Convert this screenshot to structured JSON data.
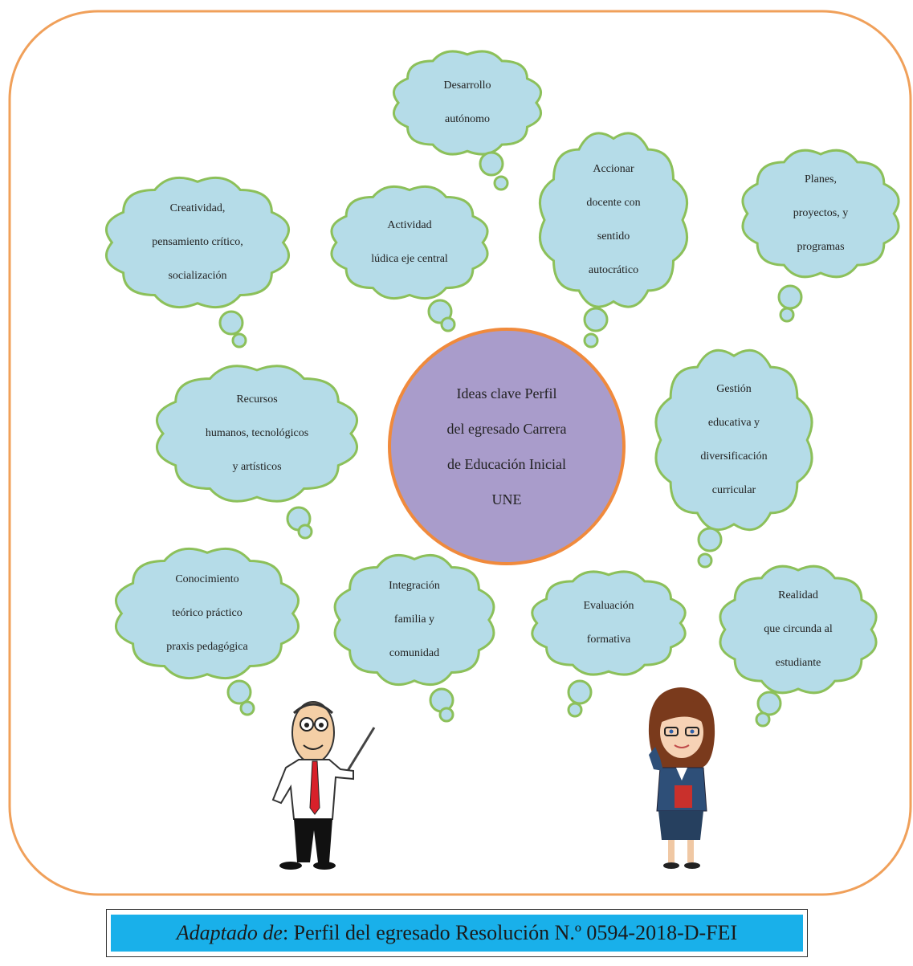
{
  "center": {
    "lines": [
      "Ideas clave Perfil",
      "del egresado Carrera",
      "de Educación Inicial",
      "UNE"
    ]
  },
  "clouds": [
    {
      "id": "desarrollo",
      "lines": [
        "Desarrollo",
        "autónomo"
      ]
    },
    {
      "id": "creatividad",
      "lines": [
        "Creatividad,",
        "pensamiento crítico,",
        "socialización"
      ]
    },
    {
      "id": "actividad",
      "lines": [
        "Actividad",
        "lúdica eje central"
      ]
    },
    {
      "id": "accionar",
      "lines": [
        "Accionar",
        "docente con",
        "sentido",
        "autocrático"
      ]
    },
    {
      "id": "planes",
      "lines": [
        "Planes,",
        "proyectos, y",
        "programas"
      ]
    },
    {
      "id": "recursos",
      "lines": [
        "Recursos",
        "humanos, tecnológicos",
        "y artísticos"
      ]
    },
    {
      "id": "gestion",
      "lines": [
        "Gestión",
        "educativa y",
        "diversificación",
        "curricular"
      ]
    },
    {
      "id": "conocimiento",
      "lines": [
        "Conocimiento",
        "teórico práctico",
        "praxis pedagógica"
      ]
    },
    {
      "id": "integracion",
      "lines": [
        "Integración",
        "familia y",
        "comunidad"
      ]
    },
    {
      "id": "evaluacion",
      "lines": [
        "Evaluación",
        "formativa"
      ]
    },
    {
      "id": "realidad",
      "lines": [
        "Realidad",
        "que circunda al",
        "estudiante"
      ]
    }
  ],
  "source": {
    "prefix": "Adaptado de",
    "text": ": Perfil del egresado Resolución N.º 0594-2018-D-FEI"
  },
  "colors": {
    "frame": "#f0a05a",
    "cloud_fill": "#b5dce8",
    "cloud_stroke": "#8cc05a",
    "center_fill": "#a99ccb",
    "center_stroke": "#f08a3c",
    "source_bar": "#19b0ea"
  }
}
